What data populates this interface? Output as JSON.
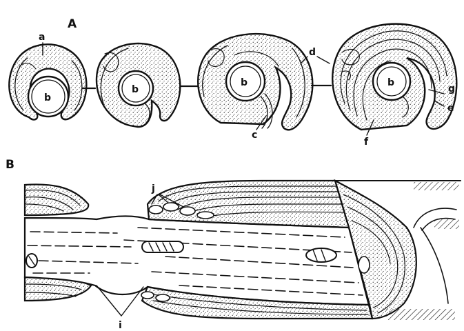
{
  "panel_labels": {
    "a": "A",
    "b": "B"
  },
  "part_labels": {
    "a": "a",
    "b1": "b",
    "b2": "b",
    "b3": "b",
    "b4": "b",
    "c": "c",
    "d": "d",
    "e": "e",
    "f": "f",
    "g": "g",
    "i": "i",
    "j": "j"
  },
  "colors": {
    "ink": "#111111",
    "paper": "#ffffff"
  }
}
